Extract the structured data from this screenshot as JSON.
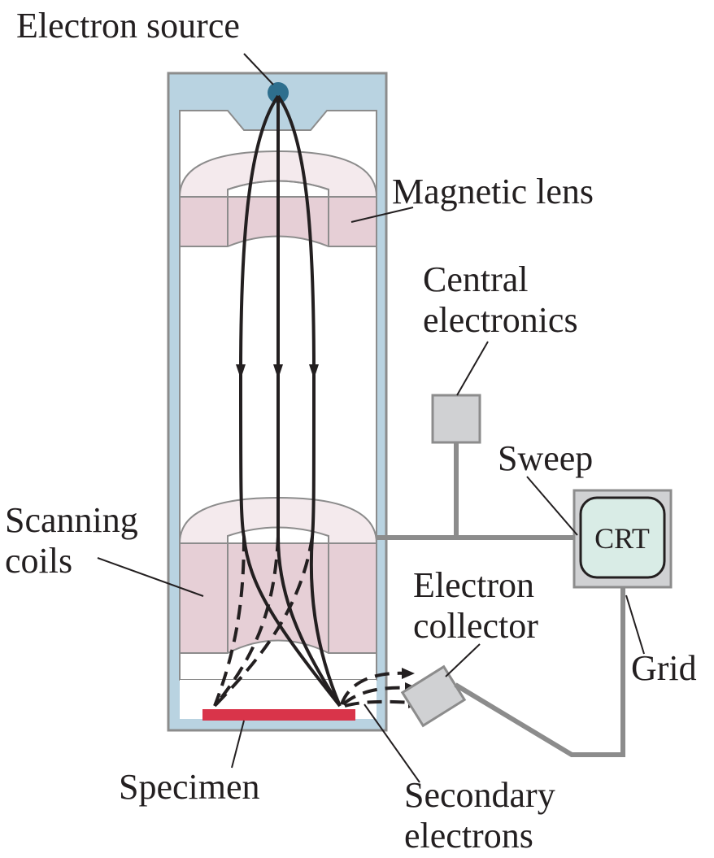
{
  "labels": {
    "electron_source": "Electron source",
    "magnetic_lens": "Magnetic lens",
    "central_electronics_1": "Central",
    "central_electronics_2": "electronics",
    "sweep": "Sweep",
    "crt": "CRT",
    "scanning_coils_1": "Scanning",
    "scanning_coils_2": "coils",
    "electron_collector_1": "Electron",
    "electron_collector_2": "collector",
    "grid": "Grid",
    "specimen": "Specimen",
    "secondary_electrons_1": "Secondary",
    "secondary_electrons_2": "electrons"
  },
  "colors": {
    "column_fill": "#b9d3e1",
    "column_stroke": "#8c8c8c",
    "source_dot": "#2e6f8e",
    "lens_top": "#f4eaed",
    "lens_side": "#e6cfd6",
    "lens_stroke": "#8c8c8c",
    "box_fill": "#d0d1d3",
    "crt_screen": "#d9ece6",
    "specimen": "#d9344a",
    "ink": "#231f20"
  }
}
